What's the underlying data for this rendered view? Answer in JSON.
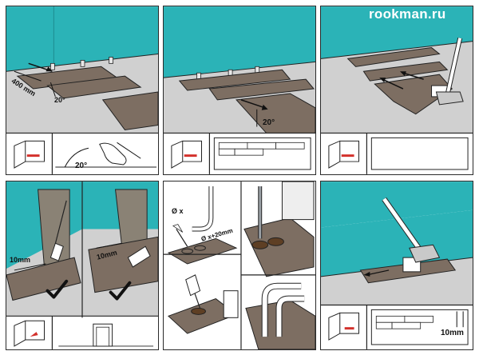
{
  "watermark": "rookman.ru",
  "colors": {
    "wall": "#2bb3b7",
    "floor": "#d0d0d0",
    "plank": "#7d6e62",
    "line": "#222222"
  },
  "panels": [
    {
      "step": 1,
      "labels": {
        "length": "400 mm",
        "angle_top": "20°",
        "angle_bottom": "20°"
      }
    },
    {
      "step": 2,
      "labels": {
        "angle": "20°"
      }
    },
    {
      "step": 3,
      "labels": {}
    },
    {
      "step": 4,
      "labels": {
        "gap_left": "10mm",
        "gap_right": "10mm"
      }
    },
    {
      "step": 5,
      "labels": {
        "pipe_diameter": "Ø x",
        "hole_diameter": "Ø x+20mm"
      }
    },
    {
      "step": 6,
      "labels": {
        "gap": "10mm"
      }
    }
  ]
}
